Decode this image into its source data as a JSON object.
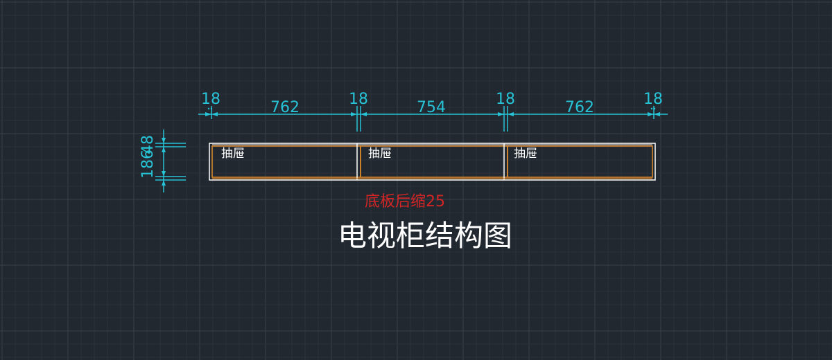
{
  "colors": {
    "background": "#212830",
    "grid_minor": "#2b323b",
    "grid_major": "#37404a",
    "dimension": "#27c3d6",
    "panel_outer": "#ffffff",
    "panel_inner": "#e08a2a",
    "note": "#d42525",
    "label": "#ffffff"
  },
  "dimensions": {
    "horizontal": [
      "18",
      "762",
      "18",
      "754",
      "18",
      "762",
      "18"
    ],
    "vertical": [
      "186",
      "48"
    ]
  },
  "drawers": [
    {
      "label": "抽屉"
    },
    {
      "label": "抽屉"
    },
    {
      "label": "抽屉"
    }
  ],
  "note": "底板后缩25",
  "title": "电视柜结构图"
}
